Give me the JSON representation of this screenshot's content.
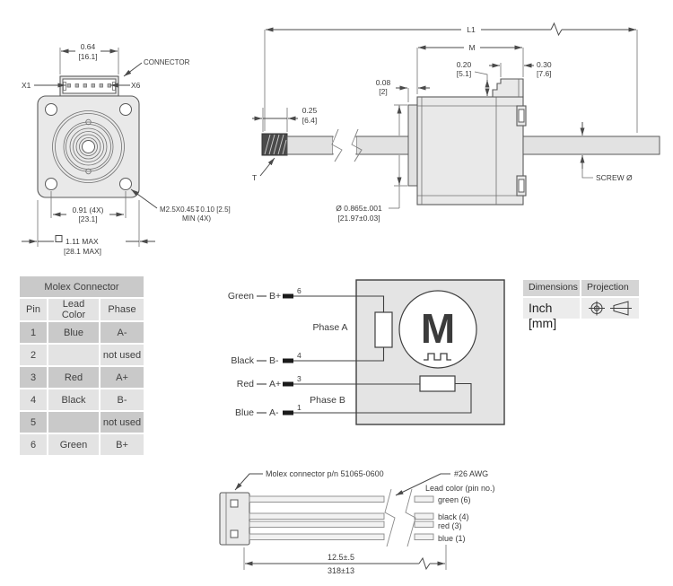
{
  "front_view": {
    "connector_label": "CONNECTOR",
    "terminal_left": "X1",
    "terminal_right": "X6",
    "dim_connector_width_in": "0.64",
    "dim_connector_width_mm": "[16.1]",
    "dim_hole_spacing_in": "0.91 (4X)",
    "dim_hole_spacing_mm": "[23.1]",
    "mounting_hole_note_line1": "M2.5X0.45↧0.10 [2.5]",
    "mounting_hole_note_line2": "MIN (4X)",
    "dim_body_width_in": "1.11 MAX",
    "dim_body_width_mm": "[28.1 MAX]"
  },
  "side_view": {
    "dim_overall_length": "L1",
    "dim_body_length": "M",
    "dim_connector_height_in": "0.20",
    "dim_connector_height_mm": "[5.1]",
    "dim_connector_width_in": "0.30",
    "dim_connector_width_mm": "[7.6]",
    "dim_pilot_depth_in": "0.08",
    "dim_pilot_depth_mm": "[2]",
    "dim_thread_length_in": "0.25",
    "dim_thread_length_mm": "[6.4]",
    "dim_pilot_diameter_in": "Ø 0.865±.001",
    "dim_pilot_diameter_mm": "[21.97±0.03]",
    "thread_label": "T",
    "screw_diameter_label": "SCREW Ø"
  },
  "connector_table": {
    "title": "Molex Connector",
    "columns": [
      "Pin",
      "Lead Color",
      "Phase"
    ],
    "rows": [
      {
        "pin": "1",
        "lead_color": "Blue",
        "phase": "A-"
      },
      {
        "pin": "2",
        "lead_color": "",
        "phase": "not used"
      },
      {
        "pin": "3",
        "lead_color": "Red",
        "phase": "A+"
      },
      {
        "pin": "4",
        "lead_color": "Black",
        "phase": "B-"
      },
      {
        "pin": "5",
        "lead_color": "",
        "phase": "not used"
      },
      {
        "pin": "6",
        "lead_color": "Green",
        "phase": "B+"
      }
    ]
  },
  "wiring_diagram": {
    "motor_symbol": "M",
    "phase_a_label": "Phase A",
    "phase_b_label": "Phase B",
    "leads": [
      {
        "color": "Green",
        "terminal": "B+",
        "pin": "6"
      },
      {
        "color": "Black",
        "terminal": "B-",
        "pin": "4"
      },
      {
        "color": "Red",
        "terminal": "A+",
        "pin": "3"
      },
      {
        "color": "Blue",
        "terminal": "A-",
        "pin": "1"
      }
    ]
  },
  "info_box": {
    "dimensions_label": "Dimensions",
    "dimensions_value": "Inch [mm]",
    "projection_label": "Projection"
  },
  "cable_drawing": {
    "connector_note": "Molex connector p/n 51065-0600",
    "wire_gauge": "#26 AWG",
    "lead_color_heading": "Lead color (pin no.)",
    "wires": [
      "green (6)",
      "black (4)",
      "red (3)",
      "blue (1)"
    ],
    "dim_length_in": "12.5±.5",
    "dim_length_mm": "318±13"
  },
  "colors": {
    "line": "#4a4a4a",
    "body_fill": "#e9e9e9",
    "wiring_box_fill": "#e4e4e4",
    "table_row_dark": "#c9c9c9",
    "table_row_light": "#e3e3e3"
  }
}
